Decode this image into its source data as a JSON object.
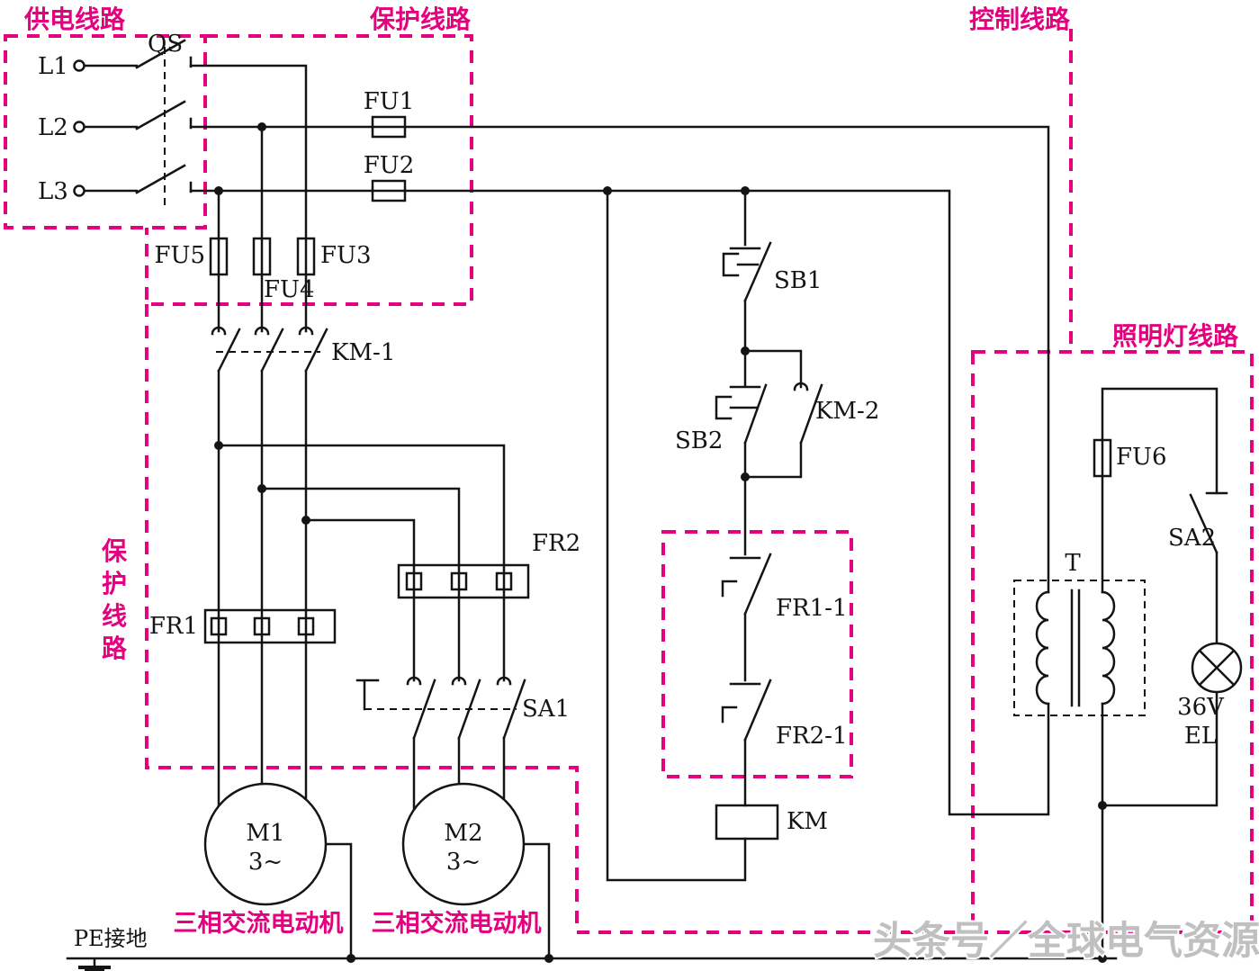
{
  "colors": {
    "accent": "#e4007f",
    "wire": "#141414",
    "watermark": "#c0c0c0"
  },
  "regions": {
    "power": "供电线路",
    "protection": "保护线路",
    "control": "控制线路",
    "lighting": "照明灯线路",
    "protection_vertical": "保护线路"
  },
  "power": {
    "l1": "L1",
    "l2": "L2",
    "l3": "L3",
    "qs": "QS"
  },
  "fuses": {
    "fu1": "FU1",
    "fu2": "FU2",
    "fu3": "FU3",
    "fu4": "FU4",
    "fu5": "FU5",
    "fu6": "FU6"
  },
  "contactor": {
    "km1": "KM-1",
    "km2": "KM-2",
    "coil": "KM"
  },
  "thermal": {
    "fr1": "FR1",
    "fr2": "FR2",
    "fr1_contact": "FR1-1",
    "fr2_contact": "FR2-1"
  },
  "switches": {
    "sb1": "SB1",
    "sb2": "SB2",
    "sa1": "SA1",
    "sa2": "SA2"
  },
  "motors": {
    "m1": "M1",
    "m2": "M2",
    "phase": "3~",
    "caption": "三相交流电动机"
  },
  "lighting": {
    "transformer": "T",
    "voltage": "36V",
    "lamp": "EL"
  },
  "ground": {
    "pe": "PE接地"
  },
  "watermark": "头条号／全球电气资源"
}
